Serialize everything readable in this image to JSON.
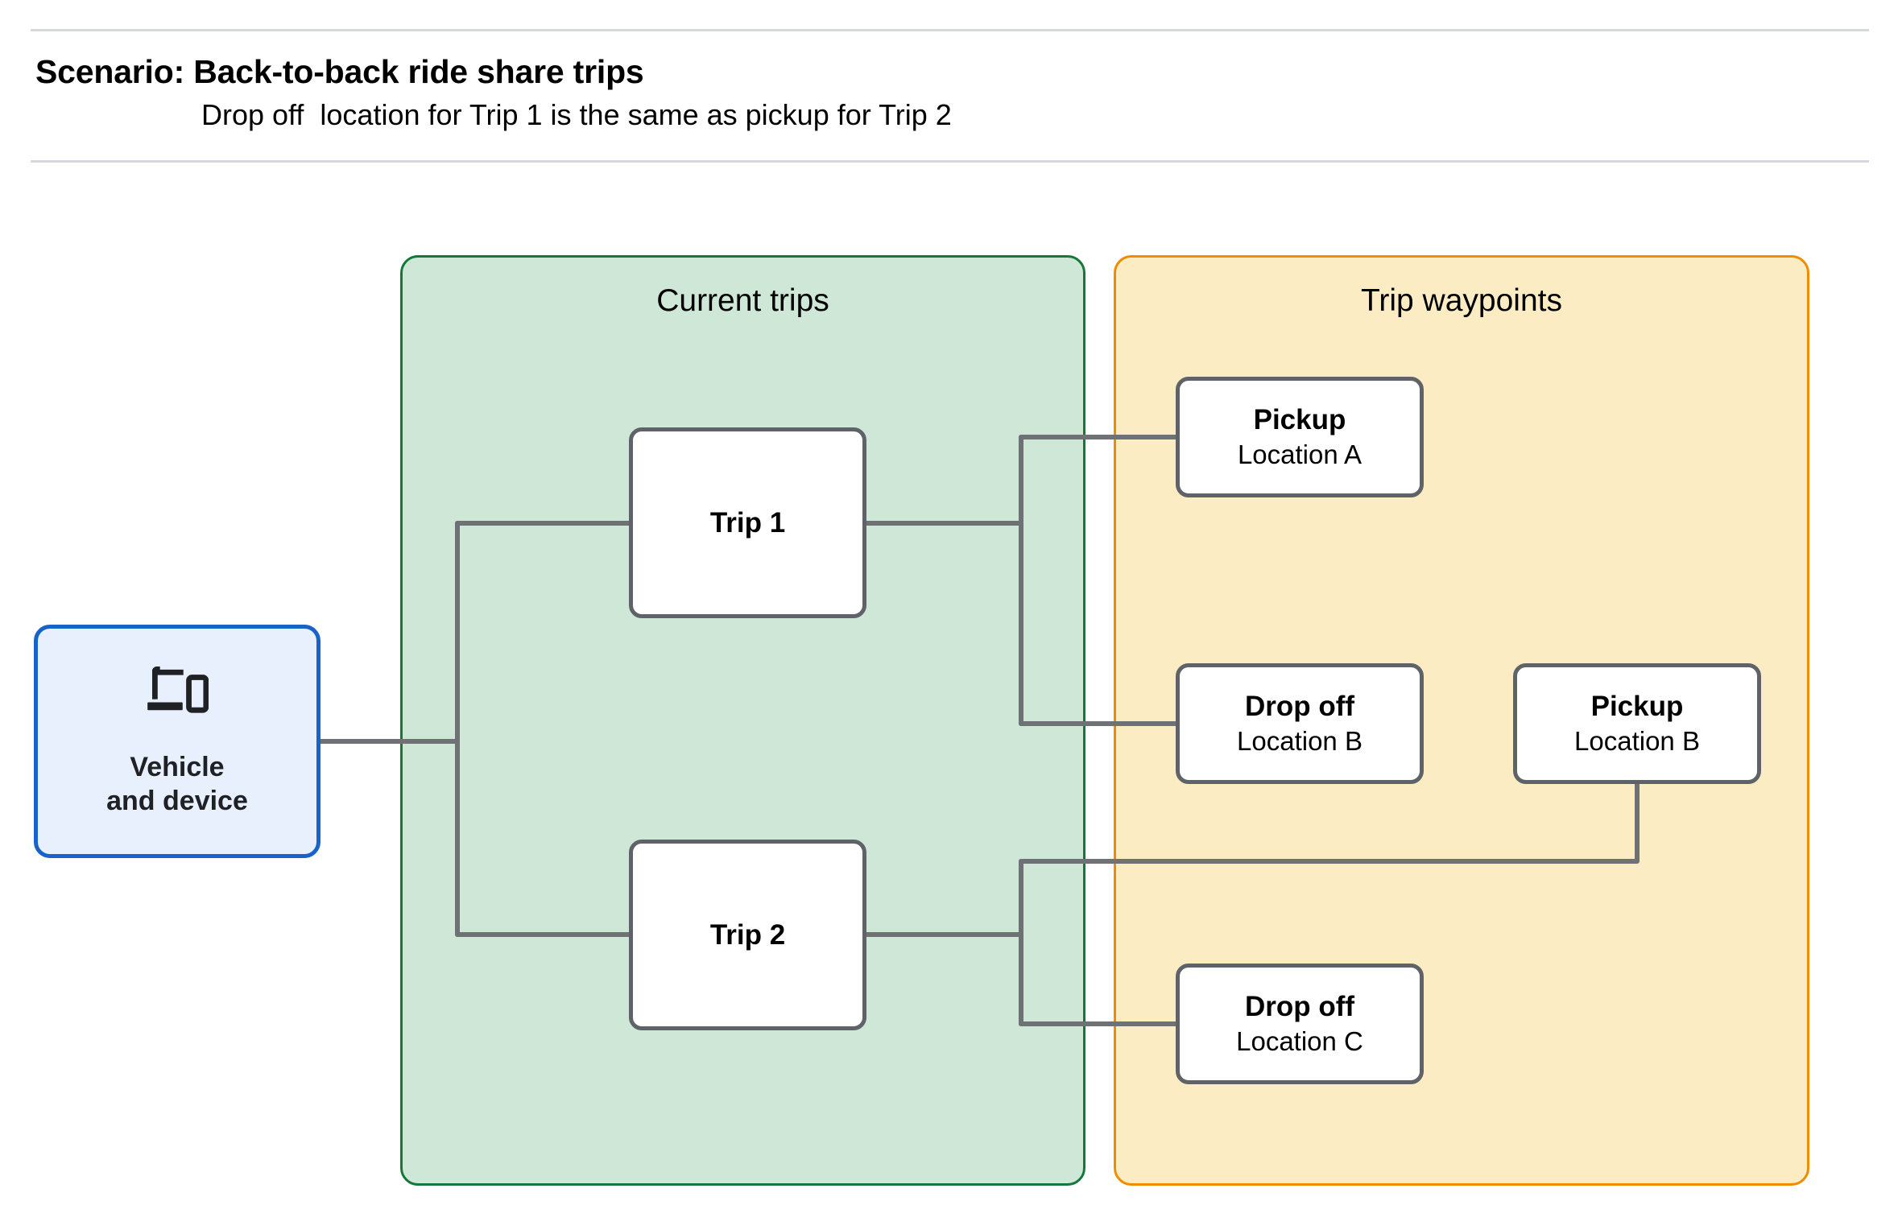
{
  "header": {
    "title": "Scenario: Back-to-back ride share trips",
    "subtitle": "Drop off  location for Trip 1 is the same as pickup for Trip 2"
  },
  "groups": {
    "current_trips": {
      "title": "Current trips",
      "fill": "#cee7d7",
      "border": "#15773a"
    },
    "trip_waypoints": {
      "title": "Trip waypoints",
      "fill": "#fcecc3",
      "border": "#f08c00"
    }
  },
  "vehicle": {
    "icon": "devices-icon",
    "line1": "Vehicle",
    "line2": "and device",
    "fill": "#e8f0fe",
    "border": "#1763c9"
  },
  "trips": [
    {
      "label": "Trip 1"
    },
    {
      "label": "Trip 2"
    }
  ],
  "waypoints": [
    {
      "id": "pickup-a",
      "type": "Pickup",
      "location": "Location A"
    },
    {
      "id": "dropoff-b",
      "type": "Drop off",
      "location": "Location B"
    },
    {
      "id": "pickup-b",
      "type": "Pickup",
      "location": "Location B"
    },
    {
      "id": "dropoff-c",
      "type": "Drop off",
      "location": "Location C"
    }
  ],
  "connector_color": "#6f7275",
  "divider_color": "#d5d7da"
}
